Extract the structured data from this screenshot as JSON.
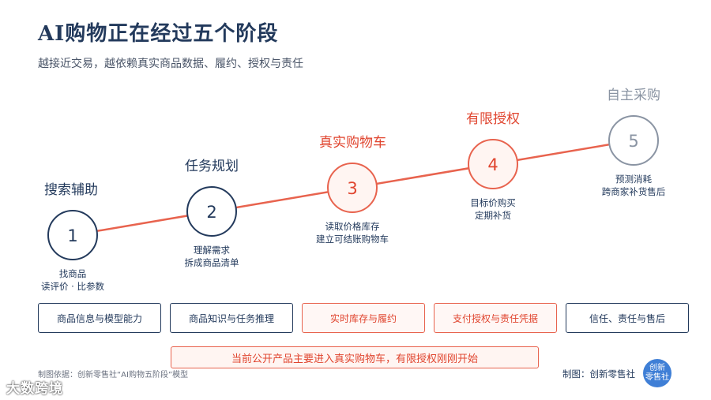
{
  "header": {
    "title": "AI购物正在经过五个阶段",
    "subtitle": "越接近交易，越依赖真实商品数据、履约、授权与责任"
  },
  "stages": [
    {
      "number": "1",
      "label": "搜索辅助",
      "desc_line1": "找商品",
      "desc_line2": "读评价 · 比参数",
      "box": "商品信息与模型能力",
      "highlight": false
    },
    {
      "number": "2",
      "label": "任务规划",
      "desc_line1": "理解需求",
      "desc_line2": "拆成商品清单",
      "box": "商品知识与任务推理",
      "highlight": false
    },
    {
      "number": "3",
      "label": "真实购物车",
      "desc_line1": "读取价格库存",
      "desc_line2": "建立可结账购物车",
      "box": "实时库存与履约",
      "highlight": true
    },
    {
      "number": "4",
      "label": "有限授权",
      "desc_line1": "目标价购买",
      "desc_line2": "定期补货",
      "box": "支付授权与责任凭据",
      "highlight": true
    },
    {
      "number": "5",
      "label": "自主采购",
      "desc_line1": "预测消耗",
      "desc_line2": "跨商家补货售后",
      "box": "信任、责任与售后",
      "highlight": false
    }
  ],
  "banner": "当前公开产品主要进入真实购物车，有限授权刚刚开始",
  "footer": {
    "source": "制图依据：创新零售社“AI购物五阶段”模型",
    "maker": "制图：创新零售社",
    "logo_line1": "创新",
    "logo_line2": "零售社",
    "watermark": "大数跨境"
  },
  "colors": {
    "navy": "#233a5c",
    "accent_red": "#e0452f",
    "line_red": "#e8634e",
    "muted_gray": "#8a94a3"
  }
}
